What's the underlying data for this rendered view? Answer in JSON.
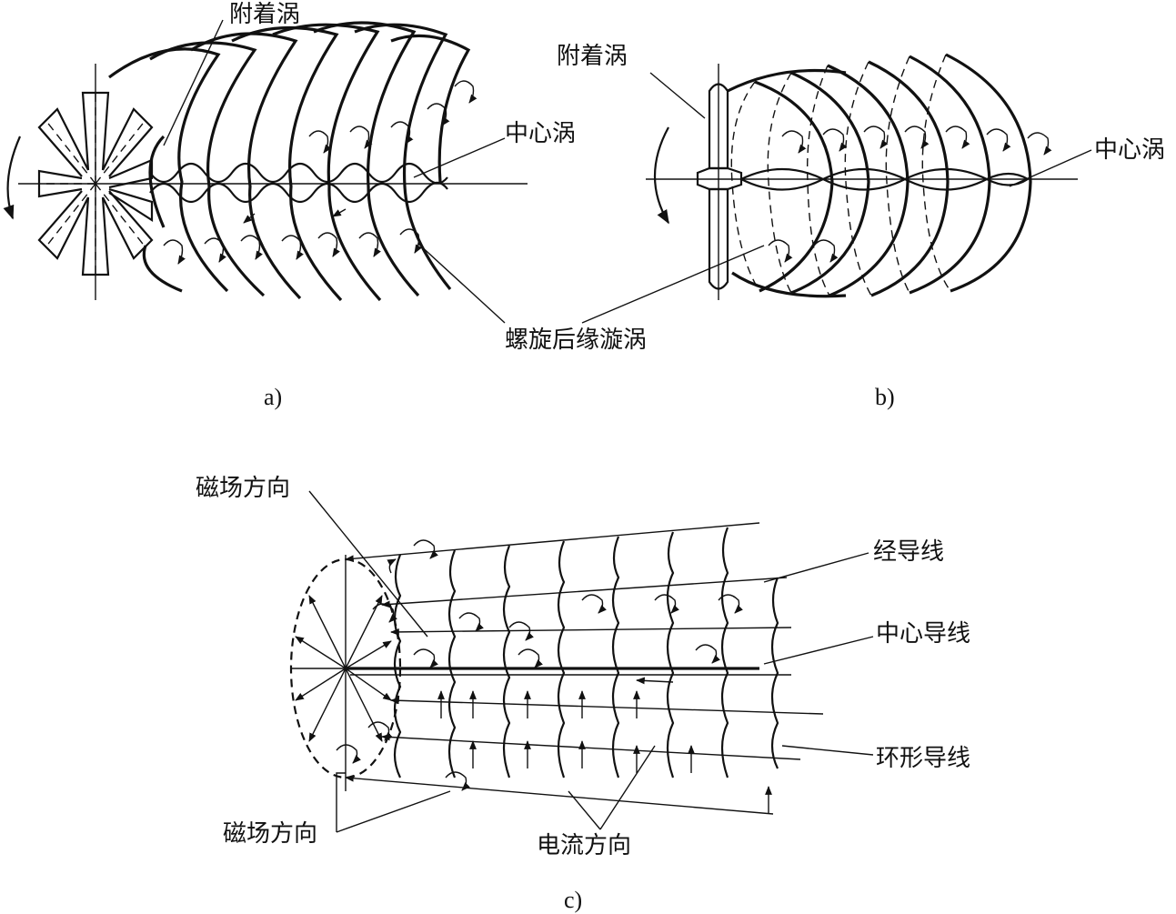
{
  "diagram_a": {
    "caption": "a)",
    "label_attached_vortex": "附着涡",
    "label_center_vortex": "中心涡",
    "label_helical_trailing_vortex": "螺旋后缘漩涡"
  },
  "diagram_b": {
    "caption": "b)",
    "label_attached_vortex": "附着涡",
    "label_center_vortex": "中心涡"
  },
  "diagram_c": {
    "caption": "c)",
    "label_field_direction_top": "磁场方向",
    "label_radial_wire": "经导线",
    "label_center_wire": "中心导线",
    "label_ring_wire": "环形导线",
    "label_field_direction_bottom": "磁场方向",
    "label_current_direction": "电流方向"
  }
}
